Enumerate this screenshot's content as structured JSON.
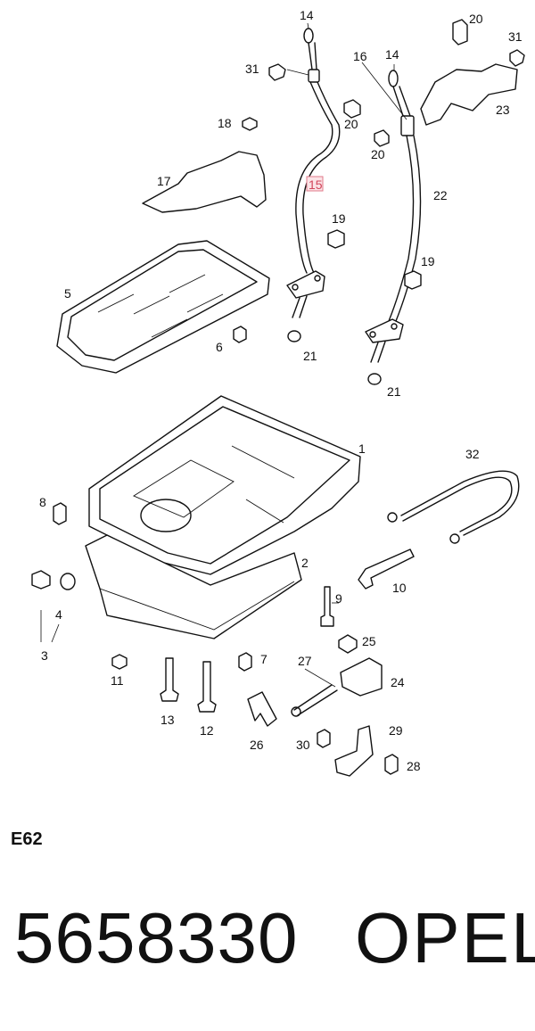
{
  "diagram": {
    "callouts": [
      {
        "id": "c14a",
        "text": "14"
      },
      {
        "id": "c14b",
        "text": "14"
      },
      {
        "id": "c16",
        "text": "16"
      },
      {
        "id": "c20a",
        "text": "20"
      },
      {
        "id": "c20b",
        "text": "20"
      },
      {
        "id": "c20c",
        "text": "20"
      },
      {
        "id": "c31a",
        "text": "31"
      },
      {
        "id": "c31b",
        "text": "31"
      },
      {
        "id": "c23",
        "text": "23"
      },
      {
        "id": "c18",
        "text": "18"
      },
      {
        "id": "c17",
        "text": "17"
      },
      {
        "id": "c15",
        "text": "15"
      },
      {
        "id": "c22",
        "text": "22"
      },
      {
        "id": "c19a",
        "text": "19"
      },
      {
        "id": "c19b",
        "text": "19"
      },
      {
        "id": "c5",
        "text": "5"
      },
      {
        "id": "c6",
        "text": "6"
      },
      {
        "id": "c21a",
        "text": "21"
      },
      {
        "id": "c21b",
        "text": "21"
      },
      {
        "id": "c1",
        "text": "1"
      },
      {
        "id": "c32",
        "text": "32"
      },
      {
        "id": "c8",
        "text": "8"
      },
      {
        "id": "c2",
        "text": "2"
      },
      {
        "id": "c10",
        "text": "10"
      },
      {
        "id": "c4",
        "text": "4"
      },
      {
        "id": "c3",
        "text": "3"
      },
      {
        "id": "c9",
        "text": "9"
      },
      {
        "id": "c25",
        "text": "25"
      },
      {
        "id": "c7",
        "text": "7"
      },
      {
        "id": "c27",
        "text": "27"
      },
      {
        "id": "c24",
        "text": "24"
      },
      {
        "id": "c11",
        "text": "11"
      },
      {
        "id": "c13",
        "text": "13"
      },
      {
        "id": "c12",
        "text": "12"
      },
      {
        "id": "c26",
        "text": "26"
      },
      {
        "id": "c29",
        "text": "29"
      },
      {
        "id": "c30",
        "text": "30"
      },
      {
        "id": "c28",
        "text": "28"
      }
    ],
    "highlighted": "15",
    "highlight_color": "#d2455b"
  },
  "section_code": "E62",
  "part_number": "5658330",
  "brand": "OPEL"
}
